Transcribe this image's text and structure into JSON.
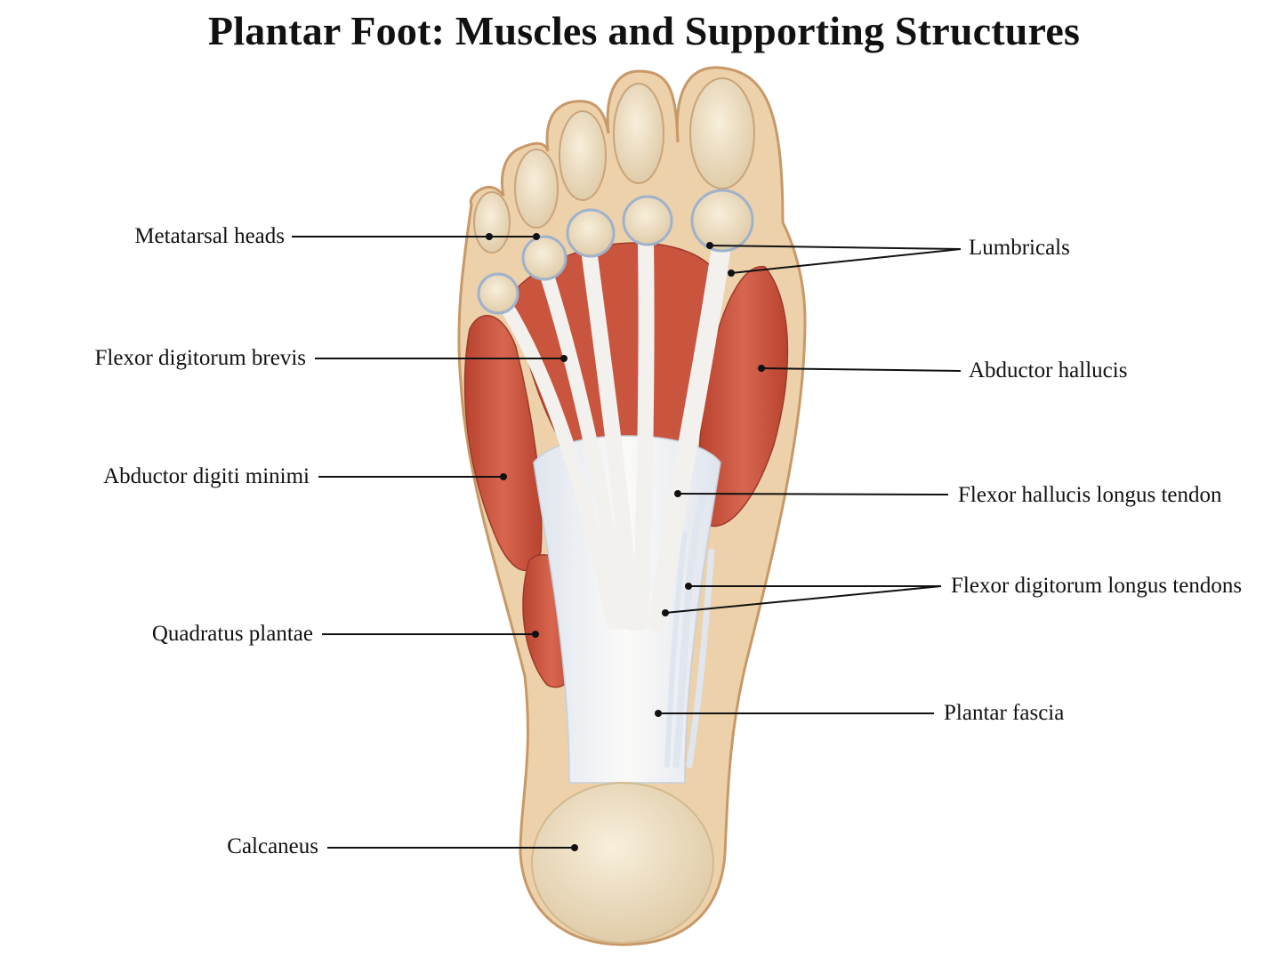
{
  "title": "Plantar Foot: Muscles and Supporting Structures",
  "colors": {
    "skin": "#ecd1aa",
    "skin_edge": "#c89968",
    "muscle": "#c6503d",
    "muscle_light": "#d9705a",
    "tendon": "#f4f1ee",
    "tendon_shadow": "#b7c6db",
    "bone": "#efe1c4",
    "leader": "#111111"
  },
  "labels": {
    "metatarsal_heads": "Metatarsal heads",
    "flexor_digitorum_brevis": "Flexor digitorum brevis",
    "abductor_digiti_minimi": "Abductor digiti minimi",
    "quadratus_plantae": "Quadratus plantae",
    "calcaneus": "Calcaneus",
    "lumbricals": "Lumbricals",
    "abductor_hallucis": "Abductor hallucis",
    "flexor_hallucis_longus_tendon": "Flexor hallucis longus tendon",
    "flexor_digitorum_longus_tendons": "Flexor digitorum longus tendons",
    "plantar_fascia": "Plantar fascia"
  }
}
